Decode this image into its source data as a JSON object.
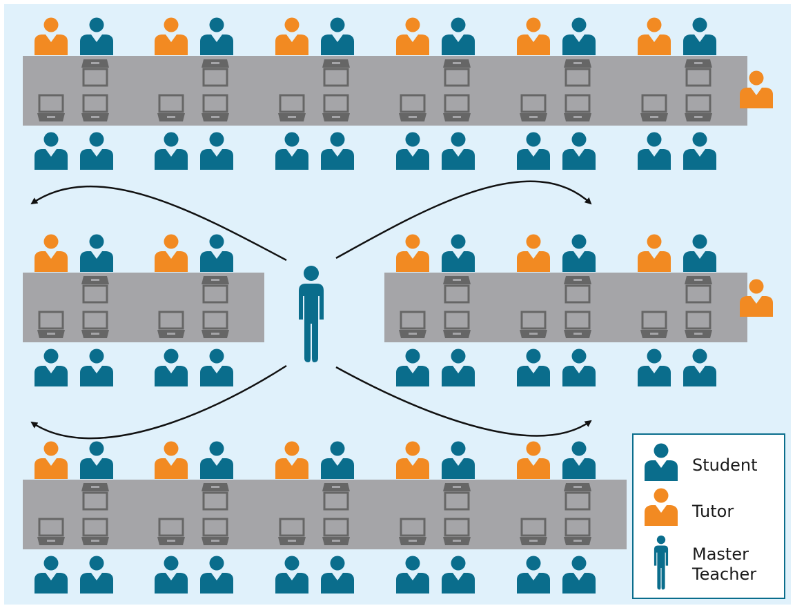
{
  "colors": {
    "background": "#e0f1fb",
    "student": "#0a6d8c",
    "tutor": "#f28a22",
    "table": "#a5a5a8",
    "device_dark": "#666666",
    "device_light": "#a5a5a8",
    "arrow": "#111111",
    "legend_border": "#0a6d8c"
  },
  "layout": {
    "rows": [
      {
        "tables": 6,
        "teacher_gap_after": null,
        "side_tutor": true
      },
      {
        "tables": 5,
        "teacher_gap_after": 2,
        "side_tutor": true
      },
      {
        "tables": 5,
        "teacher_gap_after": null,
        "side_tutor": false
      }
    ]
  },
  "legend": {
    "student": "Student",
    "tutor": "Tutor",
    "teacher_line1": "Master",
    "teacher_line2": "Teacher"
  }
}
